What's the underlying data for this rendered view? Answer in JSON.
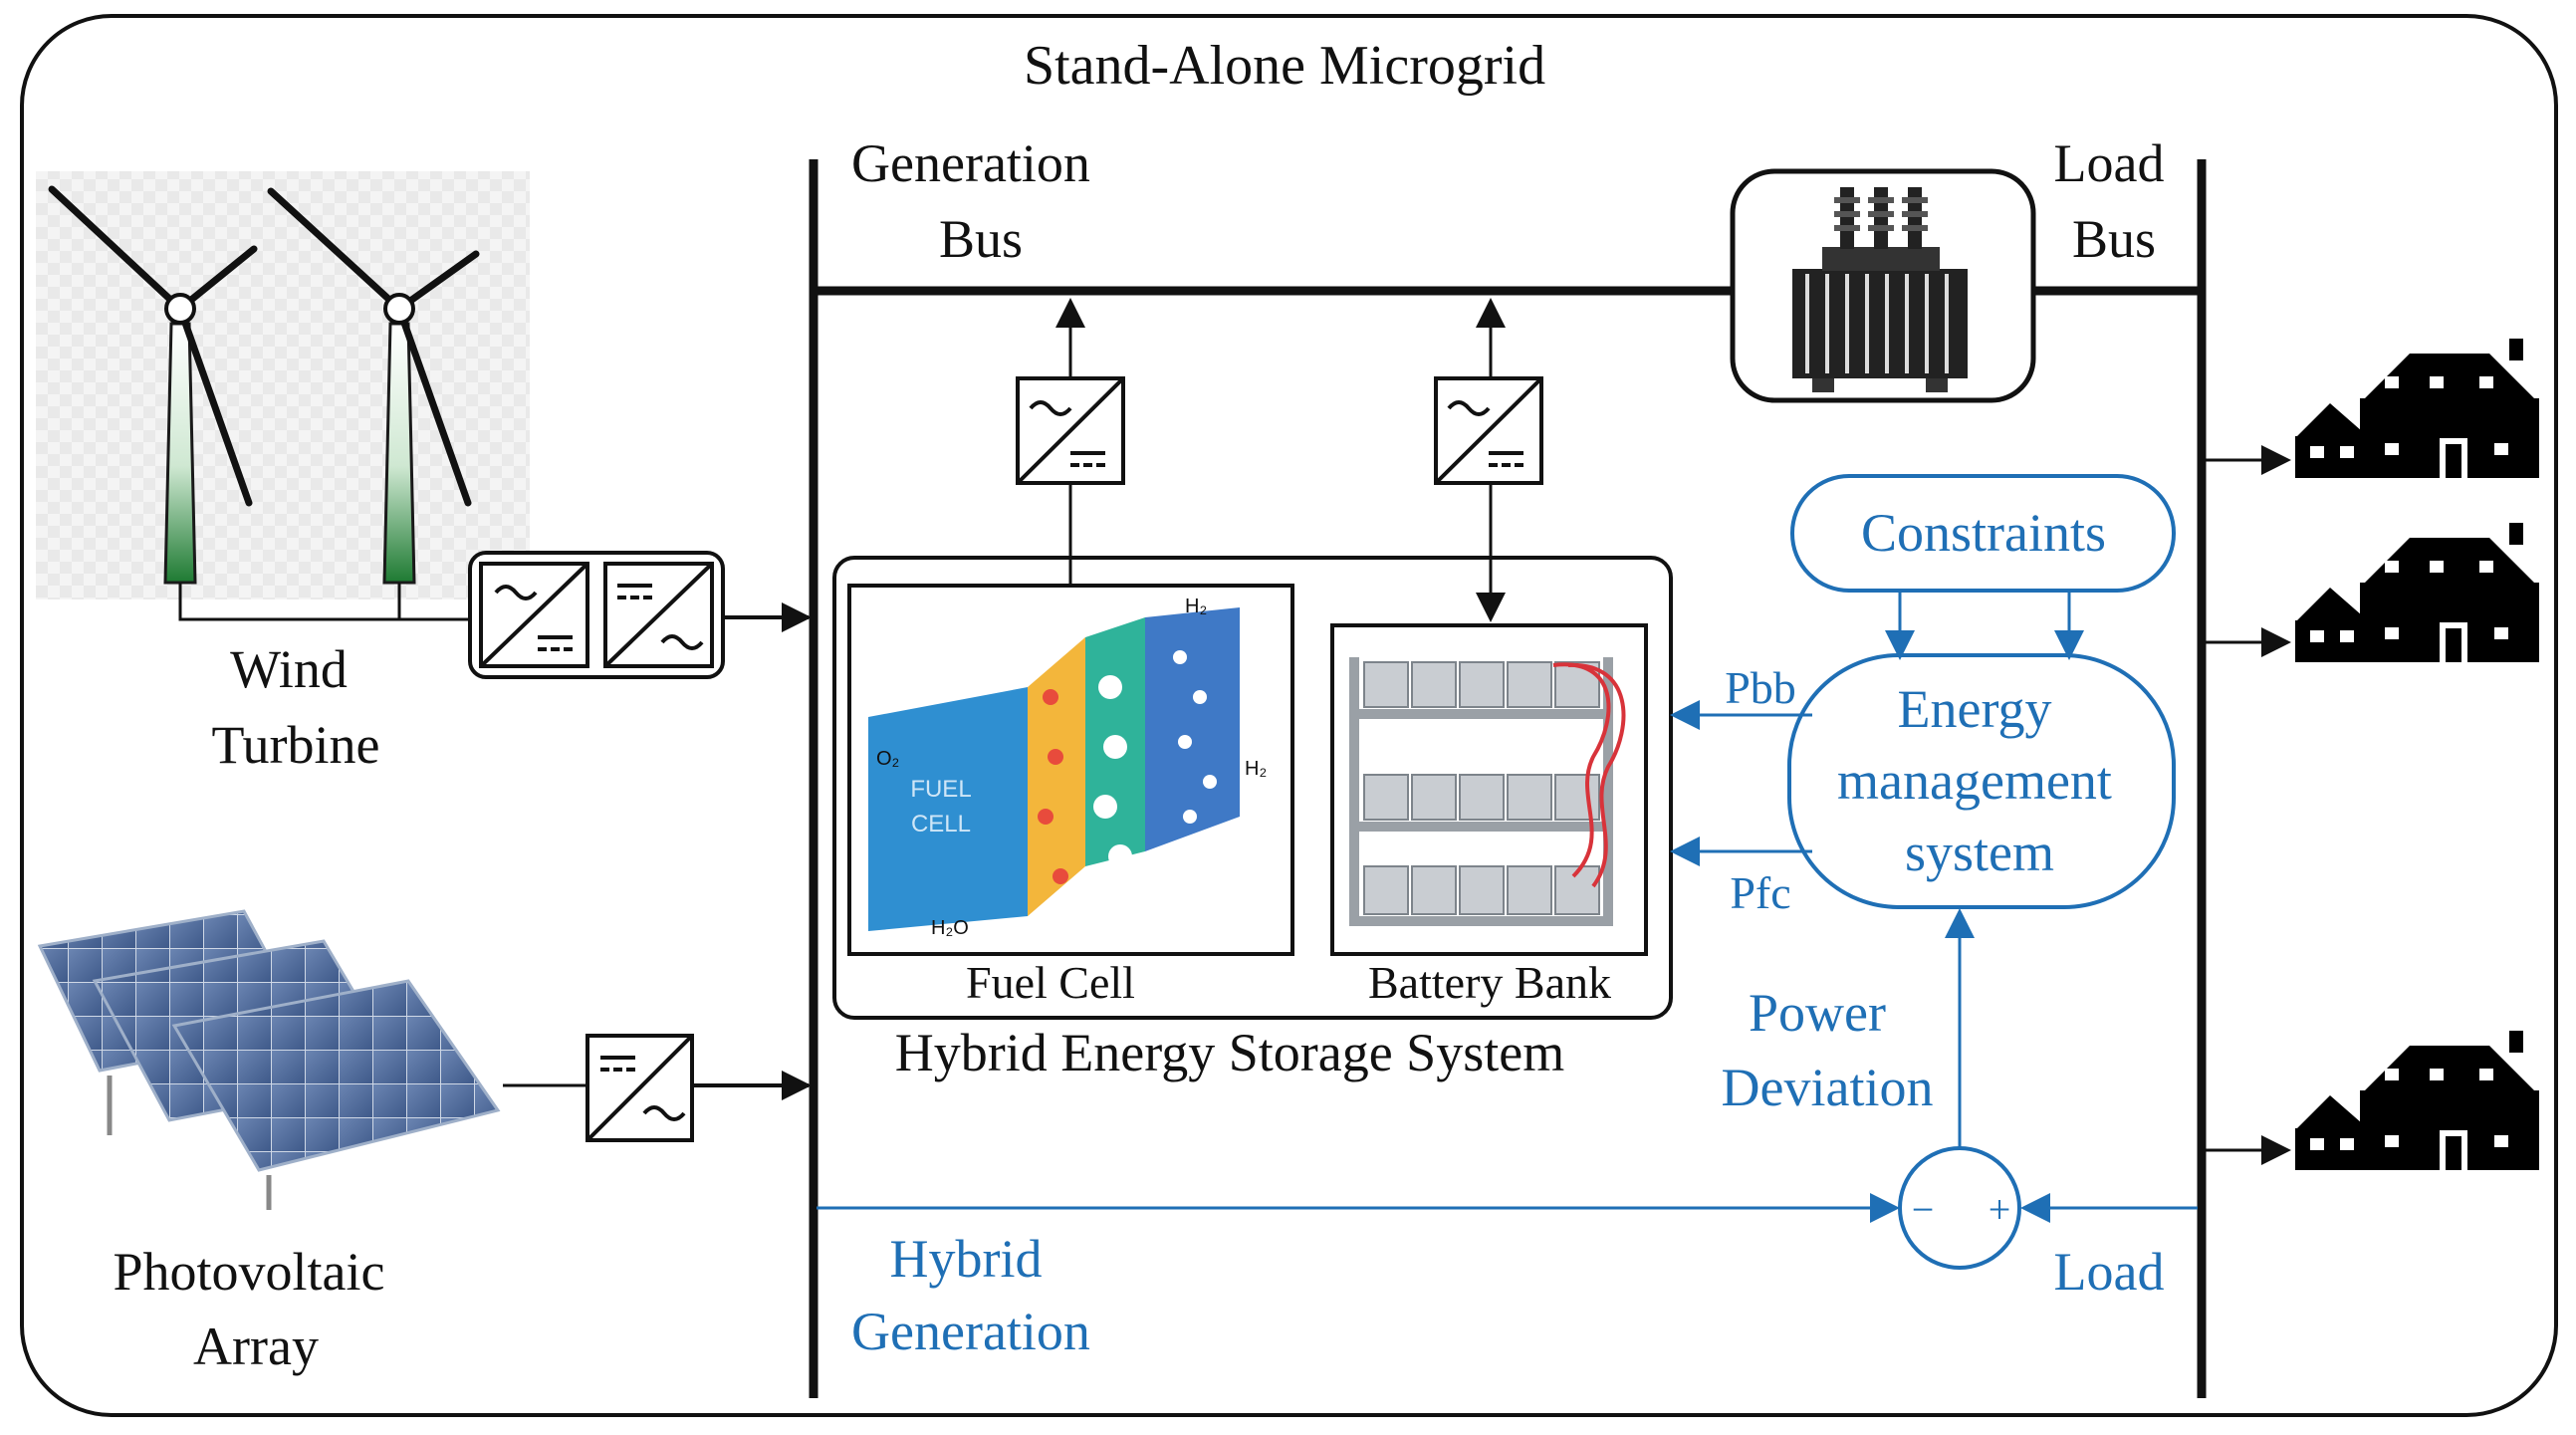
{
  "title": "Stand-Alone Microgrid",
  "generation_bus": [
    "Generation",
    "Bus"
  ],
  "load_bus": [
    "Load",
    "Bus"
  ],
  "wind_turbine": [
    "Wind",
    "Turbine"
  ],
  "photovoltaic": [
    "Photovoltaic",
    "Array"
  ],
  "fuel_cell": {
    "caption": "Fuel Cell",
    "logo_text": [
      "FUEL",
      "CELL"
    ],
    "chem": [
      "O₂",
      "H₂",
      "H₂",
      "H₂O"
    ]
  },
  "battery_bank": "Battery Bank",
  "hess": "Hybrid Energy Storage System",
  "constraints": "Constraints",
  "ems": [
    "Energy",
    "management",
    "system"
  ],
  "pbb": "Pbb",
  "pfc": "Pfc",
  "power_deviation": [
    "Power",
    "Deviation"
  ],
  "hybrid_generation": [
    "Hybrid",
    "Generation"
  ],
  "load": "Load",
  "sum_signs": [
    "−",
    "+"
  ],
  "colors": {
    "line": "#111111",
    "control": "#1f6fb5",
    "turbine_tower": "#1e7a32",
    "panel": "#4c6797"
  }
}
